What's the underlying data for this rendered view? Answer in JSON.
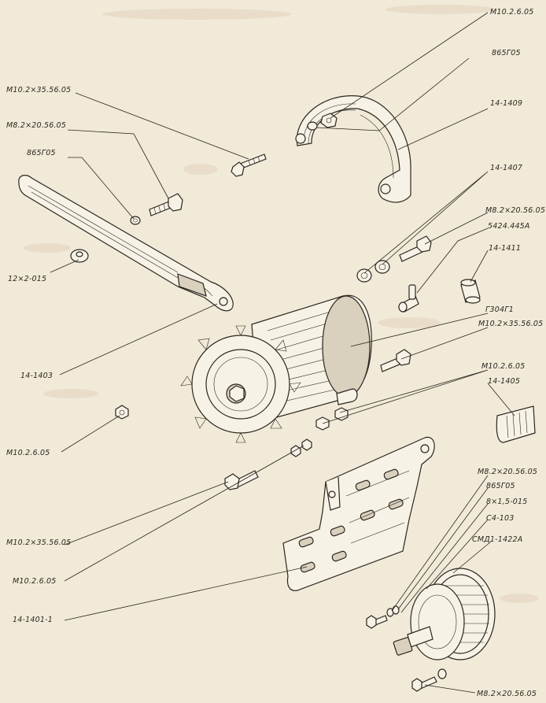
{
  "labels": {
    "m10_2_6_05_top": "M10.2.6.05",
    "g865_05_top": "865Г05",
    "p14_1409": "14-1409",
    "m10_2x35_left_top": "M10.2×35.56.05",
    "m8_2x20_left": "M8.2×20.56.05",
    "g865_05_left": "865Г05",
    "p14_1407": "14-1407",
    "m8_2x20_right": "M8.2×20.56.05",
    "p5424_445a": "5424.445A",
    "p12x2_015": "12×2-015",
    "p14_1411": "14-1411",
    "g304g1": "Г304Г1",
    "m10_2x35_right": "M10.2×35.56.05",
    "p14_1403": "14-1403",
    "m10_2_6_05_mid": "M10.2.6.05",
    "p14_1405": "14-1405",
    "m10_2_6_05_left": "M10.2.6.05",
    "m8_2x20_bottom_right": "M8.2×20.56.05",
    "g865_05_bottom": "865Г05",
    "p8x1_5_015": "8×1,5-015",
    "s4_103": "С4-103",
    "smd1_1422a": "СМД1-1422А",
    "m10_2x35_left_bottom": "M10.2×35.56.05",
    "m10_2_6_05_bottom": "M10.2.6.05",
    "p14_1401_1": "14-1401-1",
    "m8_2x20_last": "M8.2×20.56.05"
  }
}
